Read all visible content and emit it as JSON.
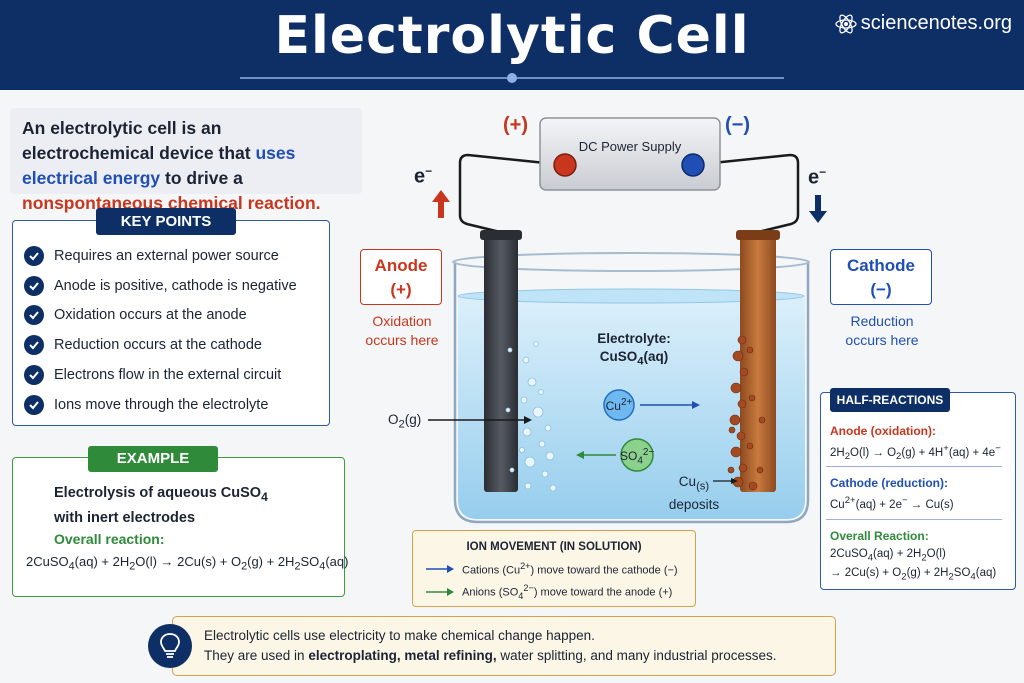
{
  "header": {
    "title": "Electrolytic Cell",
    "brand": "sciencenotes.org"
  },
  "intro": {
    "part1": "An electrolytic cell is an electrochemical device that ",
    "highlight1": "uses electrical energy",
    "part2": " to drive a ",
    "highlight2": "nonspontaneous chemical reaction."
  },
  "key_points": {
    "title": "KEY POINTS",
    "items": [
      "Requires an external power source",
      "Anode is positive, cathode is negative",
      "Oxidation occurs at the anode",
      "Reduction occurs at the cathode",
      "Electrons flow in the external circuit",
      "Ions move through the electrolyte"
    ]
  },
  "example": {
    "title": "EXAMPLE",
    "line1": "Electrolysis of aqueous CuSO",
    "line1_sub": "4",
    "line2": "with inert electrodes",
    "overall_label": "Overall reaction:"
  },
  "diagram": {
    "power_supply": "DC Power Supply",
    "plus": "(+)",
    "minus": "(−)",
    "electron": "e",
    "anode": {
      "name": "Anode",
      "sign": "(+)",
      "note1": "Oxidation",
      "note2": "occurs here"
    },
    "cathode": {
      "name": "Cathode",
      "sign": "(−)",
      "note1": "Reduction",
      "note2": "occurs here"
    },
    "electrolyte_label": "Electrolyte:",
    "o2_label": "O",
    "deposit_label": "deposits",
    "cation": "Cu",
    "anion": "SO"
  },
  "half_reactions": {
    "title": "HALF-REACTIONS",
    "anode_label": "Anode (oxidation):",
    "cathode_label": "Cathode (reduction):",
    "overall_label": "Overall Reaction:"
  },
  "ion_movement": {
    "title": "ION MOVEMENT (IN SOLUTION)",
    "cations_text": "move toward the cathode (−)",
    "anions_text": "move toward the anode (+)",
    "cations_word": "Cations",
    "anions_word": "Anions"
  },
  "footer": {
    "line1": "Electrolytic cells use electricity to make chemical change happen.",
    "line2_a": "They are used in ",
    "line2_b": "electroplating, metal refining,",
    "line2_c": " water splitting, and many industrial processes."
  },
  "colors": {
    "navy": "#0d2f66",
    "anode_red": "#c8361d",
    "cathode_blue": "#1f4fb5",
    "example_green": "#2f8a3a",
    "copper": "#b8672e",
    "electrolyte": "#bfe3f7"
  }
}
